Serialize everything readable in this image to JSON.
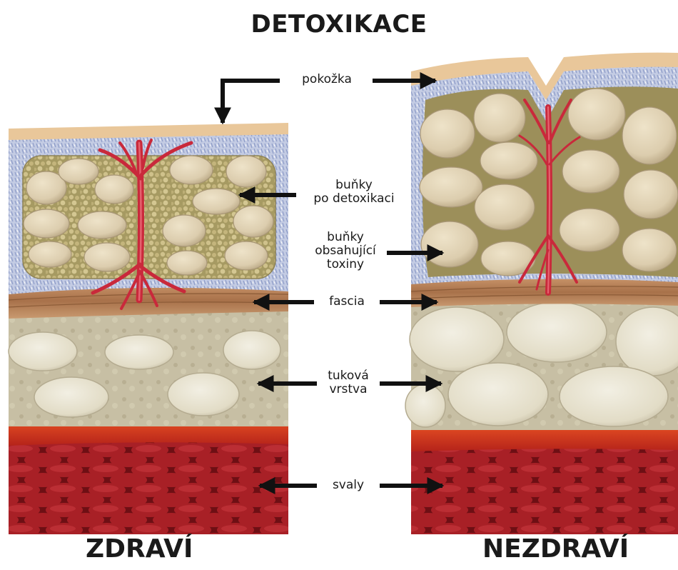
{
  "title": "DETOXIKACE",
  "labels": {
    "skin": "pokožka",
    "cells_after_l1": "buňky",
    "cells_after_l2": "po detoxikaci",
    "cells_toxic_l1": "buňky",
    "cells_toxic_l2": "obsahující",
    "cells_toxic_l3": "toxiny",
    "fascia": "fascia",
    "fat_l1": "tuková",
    "fat_l2": "vrstva",
    "muscles": "svaly"
  },
  "captions": {
    "healthy": "ZDRAVÍ",
    "unhealthy": "NEZDRAVÍ"
  },
  "colors": {
    "skin": "#e9c79a",
    "dermis": "#b9c3de",
    "cell": "#e0d2b6",
    "vessel": "#c9293b",
    "fascia": "#b07a4f",
    "fat_bg": "#c9c1a6",
    "fat_cell": "#e6e1cf",
    "muscle": "#9c1d22",
    "arrow": "#111111"
  }
}
